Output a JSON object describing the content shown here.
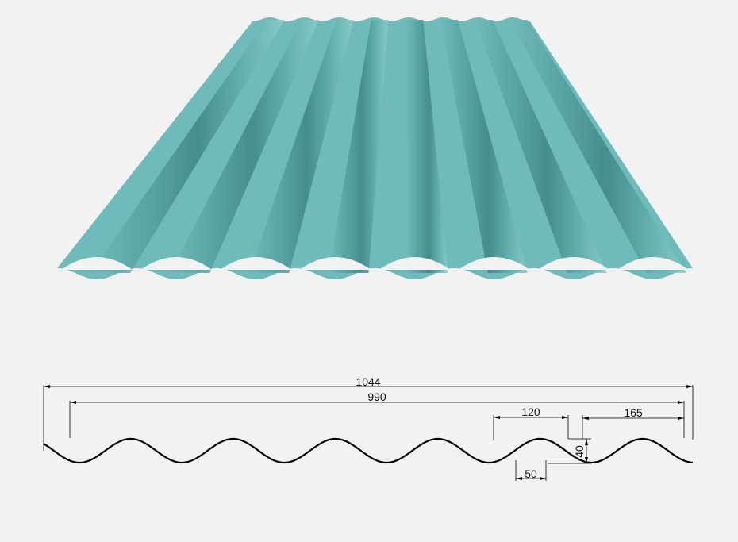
{
  "sheet": {
    "color": "#6fbabb",
    "shadow_color": "#3f8585",
    "highlight_color": "#8fd3d1",
    "wave_count": 8
  },
  "profile": {
    "stroke_color": "#000000",
    "dimensions": {
      "overall_width": "1044",
      "effective_width": "990",
      "crest_width": "120",
      "pitch": "165",
      "height": "40",
      "valley_width": "50"
    }
  }
}
